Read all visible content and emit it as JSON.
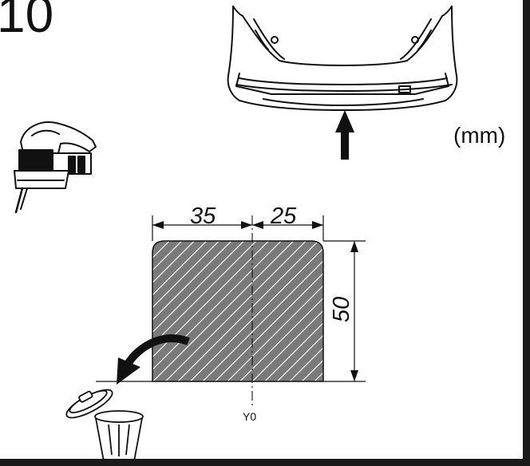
{
  "step_number": "10",
  "unit_label": "(mm)",
  "dimensions": {
    "left_width": "35",
    "right_width": "25",
    "height": "50"
  },
  "axis_label": "Y0",
  "icons": [
    "car-rear-bumper-icon",
    "up-arrow-icon",
    "jigsaw-icon",
    "trash-bin-icon",
    "discard-arrow-icon"
  ],
  "colors": {
    "ink": "#111111",
    "hatch_fill": "#7a7a7a",
    "frame": "#1a1a1a"
  }
}
